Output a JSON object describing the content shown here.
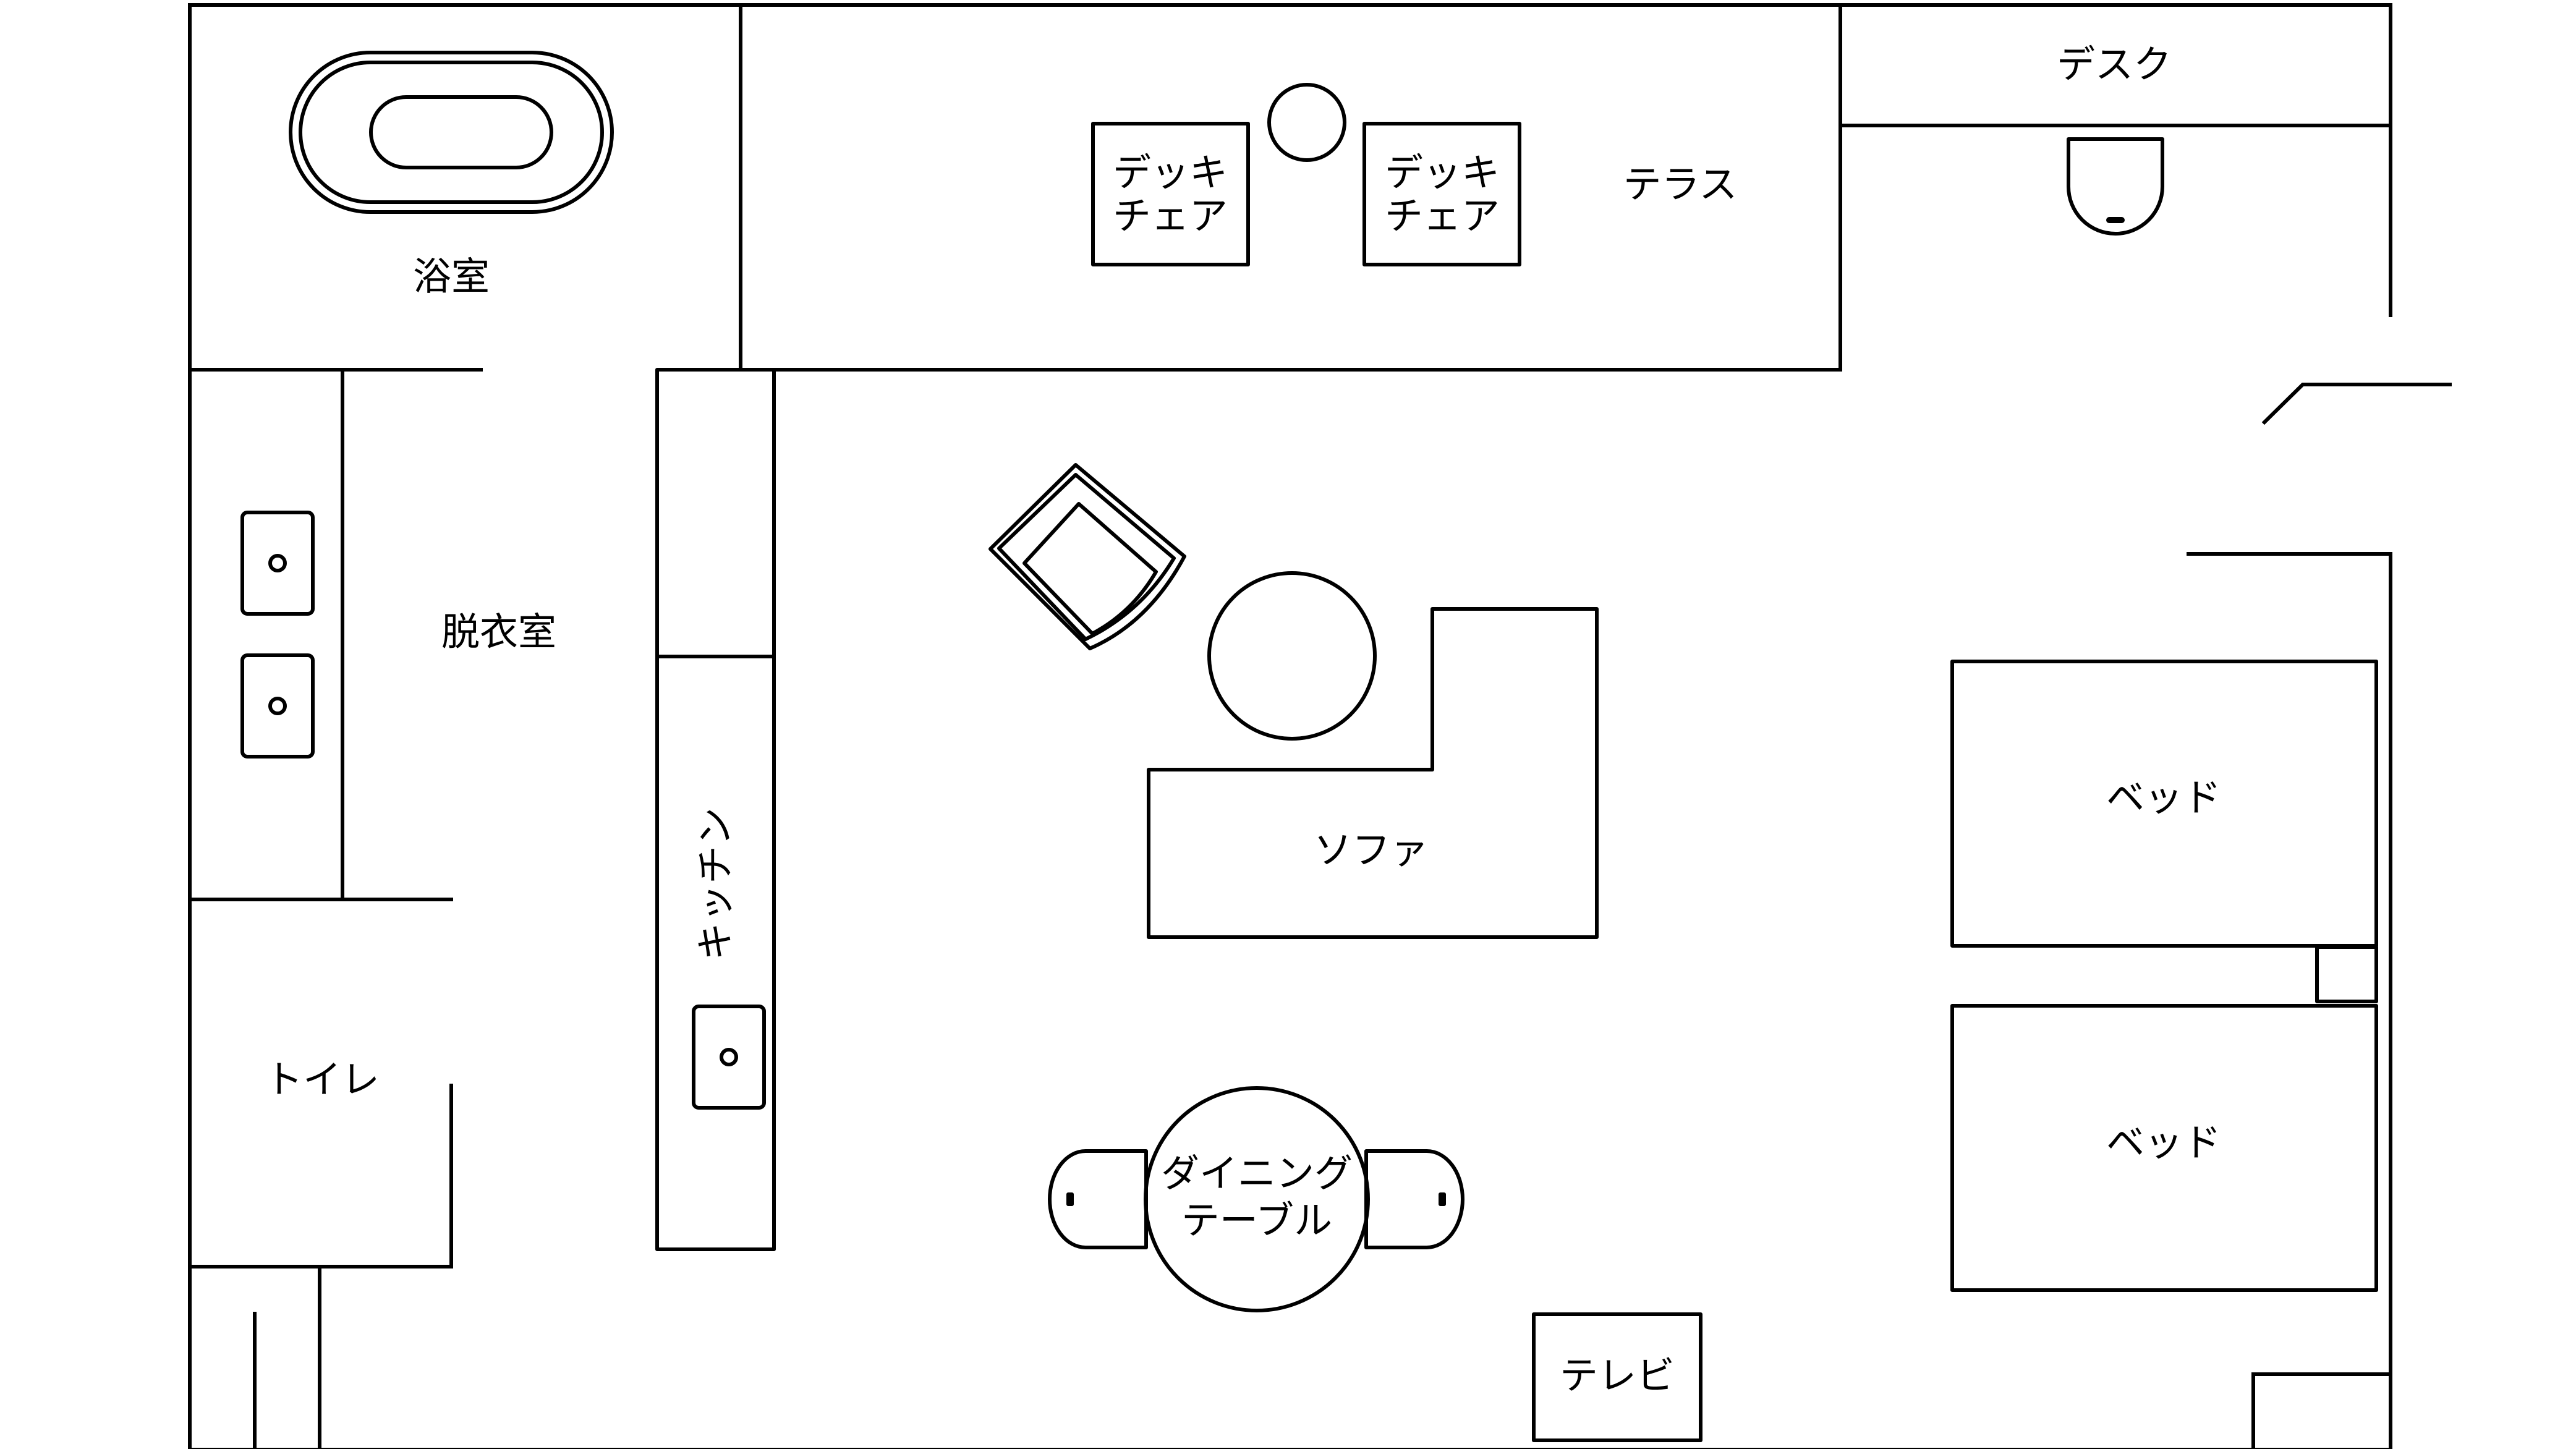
{
  "rooms": {
    "bathroom": "浴室",
    "dressing_room": "脱衣室",
    "toilet": "トイレ",
    "kitchen": "キッチン",
    "terrace": "テラス",
    "desk": "デスク"
  },
  "furniture": {
    "deck_chair_1": [
      "デッキ",
      "チェア"
    ],
    "deck_chair_2": [
      "デッキ",
      "チェア"
    ],
    "sofa": "ソファ",
    "dining_table": [
      "ダイニング",
      "テーブル"
    ],
    "bed_1": "ベッド",
    "bed_2": "ベッド",
    "tv": "テレビ"
  }
}
